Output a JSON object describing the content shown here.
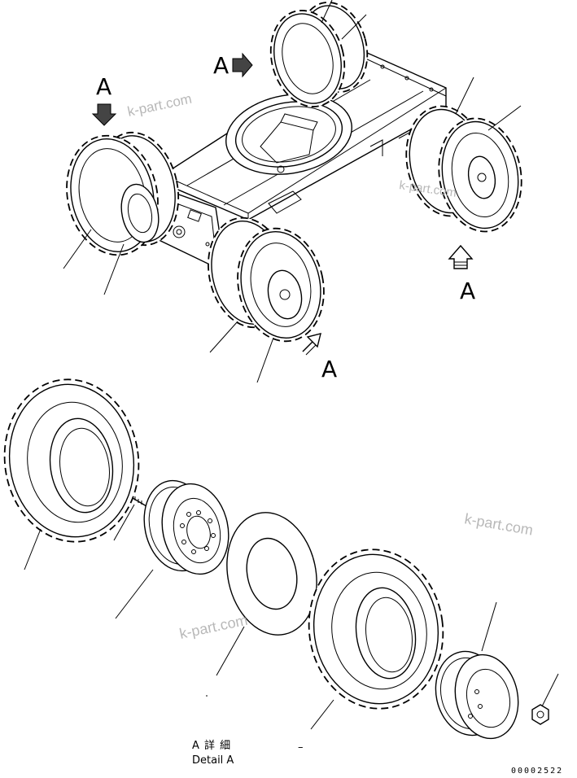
{
  "view_labels": [
    "A",
    "A",
    "A",
    "A"
  ],
  "detail_label_jp": "A 詳 細",
  "detail_label_en": "Detail A",
  "detail_dash": "–",
  "drawing_number": "00002522",
  "watermarks": [
    "k-part.com",
    "k-part.com",
    "k-part.com",
    "k-part.com"
  ],
  "colors": {
    "line": "#000000",
    "watermark": "#b8b8b8",
    "background": "#ffffff"
  },
  "icons": {
    "view_arrow": "hatched-direction-arrow",
    "tire": "lug-tread-tire",
    "rim": "multi-stud-wheel-rim",
    "nut": "hex-wheel-nut"
  }
}
